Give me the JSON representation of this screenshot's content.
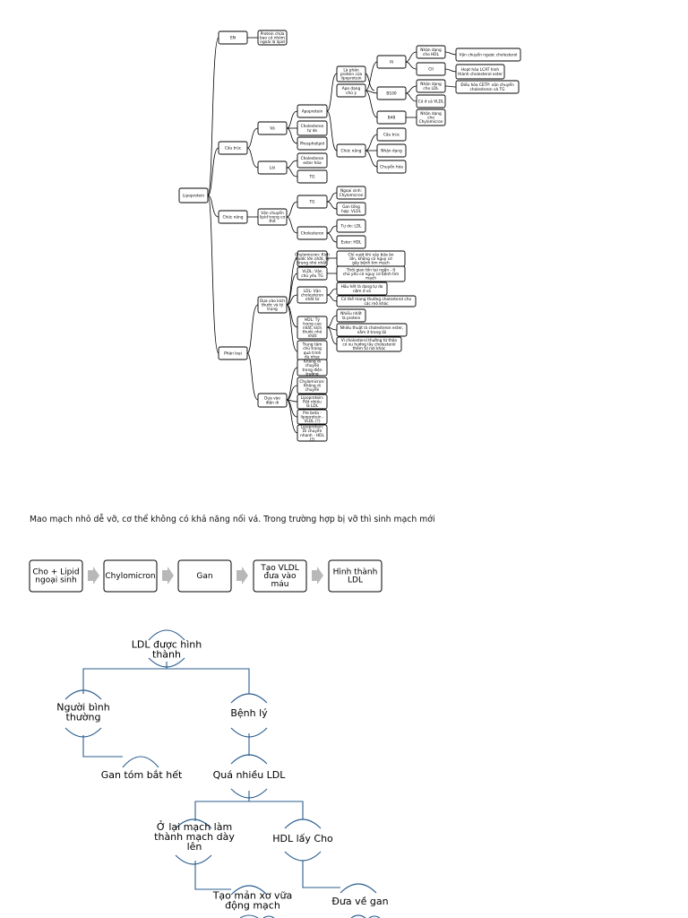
{
  "tree": {
    "root": "Lipoprotein",
    "nodes": {
      "en": "EN",
      "en_desc": [
        "Protein chứa",
        "bao có nhóm",
        "ngoài là lipid"
      ],
      "cau_truc": "Cấu trúc",
      "vo": "Vỏ",
      "apoprotein": "Apoprotein",
      "la_phan_protein": [
        "Là phần",
        "protein của",
        "lipoprotein"
      ],
      "apo_dang": [
        "Apo dạng",
        "chủ ý"
      ],
      "ai": "AI",
      "nhan_dang_hdl": [
        "Nhận dạng",
        "cho HDL"
      ],
      "van_chuyen_nguoc": "Vận chuyển ngược cholesterol",
      "cii": "CII",
      "hoat_hoa_lcat": [
        "Hoạt hóa LCAT hình",
        "thành cholesterol ester"
      ],
      "b100": "B100",
      "nhan_dang_ldl": [
        "Nhận dạng",
        "cho LDL"
      ],
      "co_o_vldl": "Có ở cả VLDL",
      "dieu_hoa_cetp": [
        "Điều hòa CETP: vận chuyển",
        "cholesteron và TG"
      ],
      "b48": "B48",
      "nhan_dang_chylo": [
        "Nhận dạng",
        "cho",
        "Chylomicron"
      ],
      "chuc_nang_small": "Chức năng",
      "cau_truc_small": "Cấu trúc",
      "nhan_dang_small": "Nhận dạng",
      "chuyen_hoa": "Chuyển hóa",
      "cholesterol_tu_do": [
        "Cholesteron",
        "tự do"
      ],
      "phospholipid": "Phospholipid",
      "loi": "Lõi",
      "cholesterol_ester": [
        "Cholesteron",
        "ester hóa"
      ],
      "tg_core": "TG",
      "chuc_nang": "Chức năng",
      "van_chuyen_lipid": [
        "Vận chuyển",
        "lipid trong cơ",
        "thể"
      ],
      "tg": "TG",
      "ngoai_sinh": [
        "Ngoại sinh:",
        "Chylomicron"
      ],
      "gan_tong_hop": [
        "Gan tổng",
        "hợp: VLDL"
      ],
      "cholesteron": "Cholesteron",
      "tu_do_ldl": "Tự do: LDL",
      "ester_hdl": "Ester: HDL",
      "phan_loai": "Phân loại",
      "dua_vao_kich_thuoc": [
        "Dựa vào kích",
        "thước và tỷ",
        "trọng"
      ],
      "chylomicron_desc": [
        "Chylomicron: Kích",
        "thước lớn nhất, tỷ",
        "trọng nhỏ nhất"
      ],
      "chylo_note": [
        "Chỉ vượt khi xảy bữa ăn",
        "lớn, không có nguy cơ",
        "gây bệnh tim mạch"
      ],
      "vldl_desc": [
        "VLDL: Vận",
        "chủ yếu TG"
      ],
      "vldl_note": [
        "Thời gian tồn tại ngắn - ít",
        "chủ yếu có nguy cơ bệnh tim",
        "mạch"
      ],
      "ldl_desc": [
        "LDL: Vận",
        "cholesteron",
        "nhất từ"
      ],
      "ldl_note1": [
        "Hầu hết là dạng tự do",
        "nằm ở vỏ"
      ],
      "ldl_note2": [
        "Có thể mang thường cholesterol cho",
        "các mô khác"
      ],
      "hdl_desc": [
        "HDL: Tỷ",
        "trọng cao",
        "nhất, kích",
        "thước nhỏ",
        "nhất"
      ],
      "hdl_note1": [
        "Nhiều nhất",
        "là protein"
      ],
      "hdl_note2": [
        "Nhiều thuật là cholesteron ester,",
        "nằm ở trong lõi"
      ],
      "hdl_note3": [
        "Vì cholesterol thường từ thận",
        "có xu hướng lấy cholesterol",
        "thêm từ nơi khác"
      ],
      "extra_note": [
        "Trung tâm",
        "chủ trong",
        "quá trình",
        "du nhạc"
      ],
      "dua_vao_dien_di": [
        "Dựa vào",
        "điện di"
      ],
      "ed1": [
        "Không di",
        "chuyển",
        "trong điện",
        "trường"
      ],
      "ed2": [
        "Chylomicron:",
        "Không di",
        "chuyển"
      ],
      "ed3": [
        "Lipoprotein:",
        "Rất nhiều",
        "là LDL"
      ],
      "ed4": [
        "Pre beta -",
        "lipoprotein -",
        "VLDL (?)"
      ],
      "ed5": [
        "Lipoprotein:",
        "Di chuyển",
        "nhanh - HDL",
        "(?)"
      ]
    }
  },
  "sentence": "Mao mạch nhỏ dễ vỡ, cơ thể không có khả năng nối vá. Trong trường hợp bị vỡ thì sinh mạch mới",
  "flow": {
    "steps": [
      [
        "Cho + Lipid",
        "ngoại sinh"
      ],
      [
        "Chylomicron"
      ],
      [
        "Gan"
      ],
      [
        "Tạo VLDL",
        "đưa vào",
        "máu"
      ],
      [
        "Hình thành",
        "LDL"
      ]
    ]
  },
  "ldl_tree": {
    "root": [
      "LDL được hình",
      "thành"
    ],
    "nguoi_binh_thuong": [
      "Người bình",
      "thường"
    ],
    "benh_ly": "Bệnh lý",
    "gan_tom": "Gan tóm bắt hết",
    "qua_nhieu": "Quá nhiều LDL",
    "o_lai": [
      "Ở lại mạch làm",
      "thành mạch dày",
      "lên"
    ],
    "hdl_lay": "HDL lấy Cho",
    "tao_man": [
      "Tạo mản xơ vữa",
      "động mạch"
    ],
    "dua_ve_gan": "Đưa về gan"
  },
  "colors": {
    "accent_line": "#2a5d8f",
    "arrow": "#b8b8b8"
  }
}
